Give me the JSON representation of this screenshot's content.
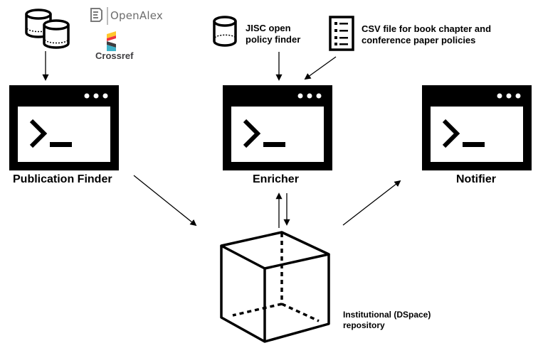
{
  "nodes": {
    "publication_finder": {
      "label": "Publication Finder"
    },
    "enricher": {
      "label": "Enricher"
    },
    "notifier": {
      "label": "Notifier"
    },
    "repository": {
      "label_line1": "Institutional (DSpace)",
      "label_line2": "repository"
    }
  },
  "sources": {
    "openalex": {
      "label": "OpenAlex"
    },
    "crossref": {
      "label": "Crossref"
    },
    "jisc": {
      "label_line1": "JISC open",
      "label_line2": "policy finder"
    },
    "csv": {
      "label_line1": "CSV file for book chapter and",
      "label_line2": "conference paper policies"
    }
  },
  "colors": {
    "stroke": "#000000",
    "crossref_red": "#ef3340",
    "crossref_yellow": "#ffc72c",
    "crossref_dark": "#3e3d40",
    "crossref_teal": "#3eb1c8",
    "openalex_gray": "#6d6d6d"
  }
}
